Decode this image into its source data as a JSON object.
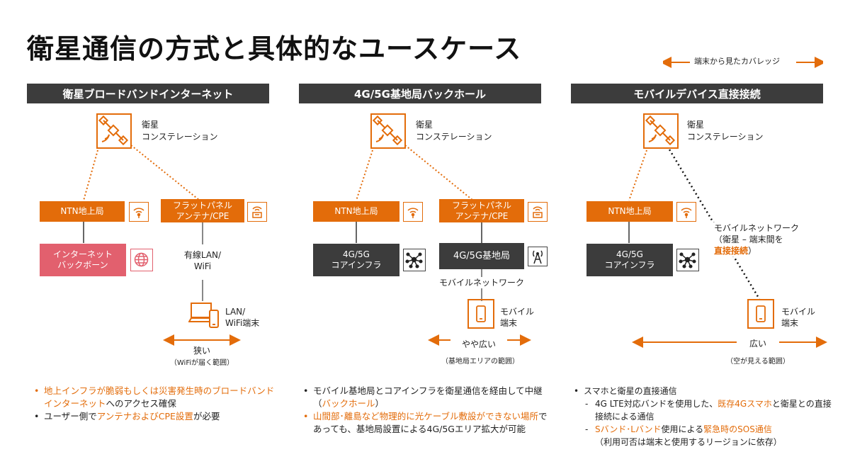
{
  "page_title": "衛星通信の方式と具体的なユースケース",
  "legend": {
    "label": "端末から見たカバレッジ"
  },
  "columns": [
    {
      "header": "衛星ブロードバンドインターネット",
      "satellite_label": [
        "衛星",
        "コンステレーション"
      ],
      "ntn_label": "NTN地上局",
      "panel_label": [
        "フラットパネル",
        "アンテナ/CPE"
      ],
      "backbone_label": [
        "インターネット",
        "バックボーン"
      ],
      "link_label": [
        "有線LAN/",
        "WiFi"
      ],
      "device_label": [
        "LAN/",
        "WiFi端末"
      ],
      "range_label": "狭い",
      "range_note": "（WiFiが届く範囲）"
    },
    {
      "header": "4G/5G基地局バックホール",
      "satellite_label": [
        "衛星",
        "コンステレーション"
      ],
      "ntn_label": "NTN地上局",
      "panel_label": [
        "フラットパネル",
        "アンテナ/CPE"
      ],
      "core_label": [
        "4G/5G",
        "コアインフラ"
      ],
      "station_label": "4G/5G基地局",
      "network_label": "モバイルネットワーク",
      "device_label": [
        "モバイル",
        "端末"
      ],
      "range_label": "やや広い",
      "range_note": "（基地局エリアの範囲）"
    },
    {
      "header": "モバイルデバイス直接接続",
      "satellite_label": [
        "衛星",
        "コンステレーション"
      ],
      "ntn_label": "NTN地上局",
      "core_label": [
        "4G/5G",
        "コアインフラ"
      ],
      "network_label": [
        "モバイルネットワーク",
        "（衛星 – 端末間を"
      ],
      "network_emphasis": "直接接続",
      "network_close": "）",
      "device_label": [
        "モバイル",
        "端末"
      ],
      "range_label": "広い",
      "range_note": "（空が見える範囲）"
    }
  ],
  "notes": {
    "col1": {
      "item1_orange": "地上インフラが脆弱もしくは災害発生時のブロードバンドインターネット",
      "item1_rest": "へのアクセス確保",
      "item2_pre": "ユーザー側で",
      "item2_orange": "アンテナおよびCPE設置",
      "item2_rest": "が必要"
    },
    "col2": {
      "item1_pre": "モバイル基地局とコアインフラを衛星通信を経由して中継（",
      "item1_orange": "バックホール",
      "item1_post": "）",
      "item2_orange": "山間部･離島など物理的に光ケーブル敷設ができない場所",
      "item2_rest": "であっても、基地局設置による4G/5Gエリア拡大が可能"
    },
    "col3": {
      "item1": "スマホと衛星の直接通信",
      "sub1_pre": "4G LTE対応バンドを使用した、",
      "sub1_orange": "既存4Gスマホ",
      "sub1_rest": "と衛星との直接接続による通信",
      "sub2_orange1": "Sバンド･Lバンド",
      "sub2_mid": "使用による",
      "sub2_orange2": "緊急時のSOS通信",
      "sub2_paren": "（利用可否は端末と使用するリージョンに依存）"
    }
  },
  "colors": {
    "accent": "#e36c0a",
    "dark": "#3c3c3c",
    "pink": "#e2606e"
  },
  "icons": [
    "satellite-icon",
    "wifi-signal-icon",
    "antenna-router-icon",
    "globe-icon",
    "network-hub-icon",
    "cell-tower-icon",
    "laptop-phone-icon",
    "smartphone-icon"
  ]
}
